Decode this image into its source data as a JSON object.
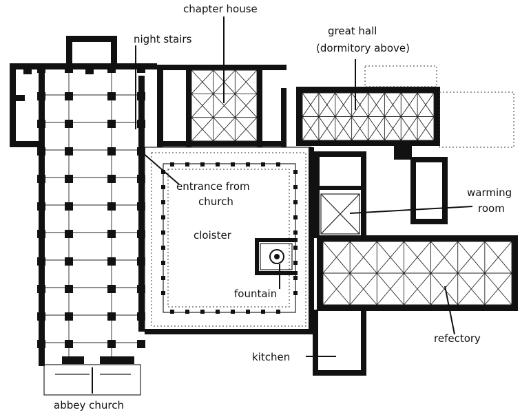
{
  "labels": {
    "chapter_house": "chapter house",
    "night_stairs": "night stairs",
    "great_hall_1": "great hall",
    "great_hall_2": "(dormitory above)",
    "entrance_1": "entrance from",
    "entrance_2": "church",
    "warming_1": "warming",
    "warming_2": "room",
    "cloister": "cloister",
    "fountain": "fountain",
    "refectory": "refectory",
    "kitchen": "kitchen",
    "abbey_church": "abbey church"
  }
}
